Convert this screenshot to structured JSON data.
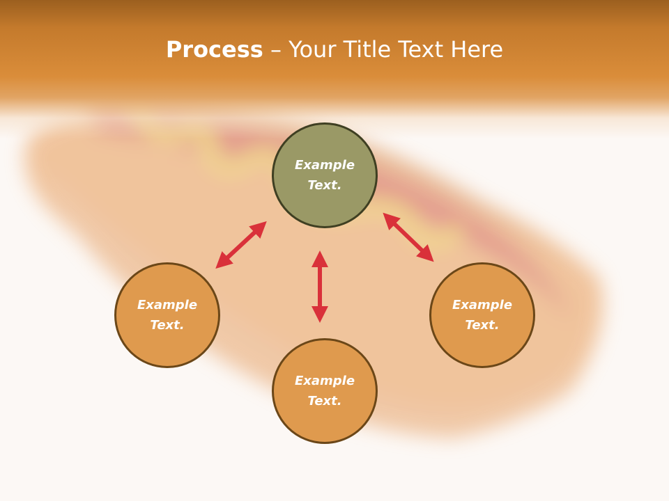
{
  "title": {
    "bold": "Process",
    "rest": " – Your Title Text Here"
  },
  "nodes": {
    "top": "Example Text.",
    "left": "Example Text.",
    "bottom": "Example Text.",
    "right": "Example Text."
  },
  "colors": {
    "title_band": "#da8d3a",
    "center_node": "#9a9966",
    "outer_node": "#df9a4e",
    "arrow": "#d9313a"
  }
}
